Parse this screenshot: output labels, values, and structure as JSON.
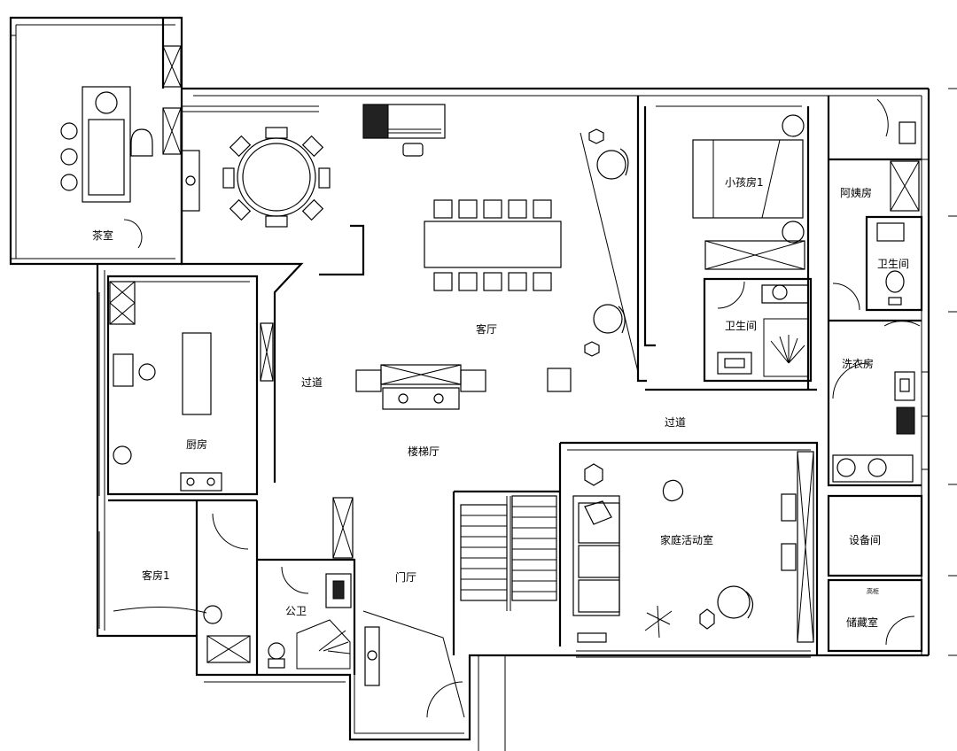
{
  "rooms": {
    "tea_room": "茶室",
    "living_room": "客厅",
    "kids_room": "小孩房1",
    "nanny_room": "阿姨房",
    "bath_nanny": "卫生间",
    "bath_kids": "卫生间",
    "corridor_west": "过道",
    "corridor_east": "过道",
    "laundry": "洗衣房",
    "kitchen": "厨房",
    "stair_hall": "楼梯厅",
    "family_room": "家庭活动室",
    "equipment_room": "设备间",
    "guest_room": "客房1",
    "public_wc": "公卫",
    "foyer": "门厅",
    "storage": "储藏室",
    "storage_tag": "高柜"
  },
  "colors": {
    "line": "#000000",
    "background": "#ffffff"
  }
}
